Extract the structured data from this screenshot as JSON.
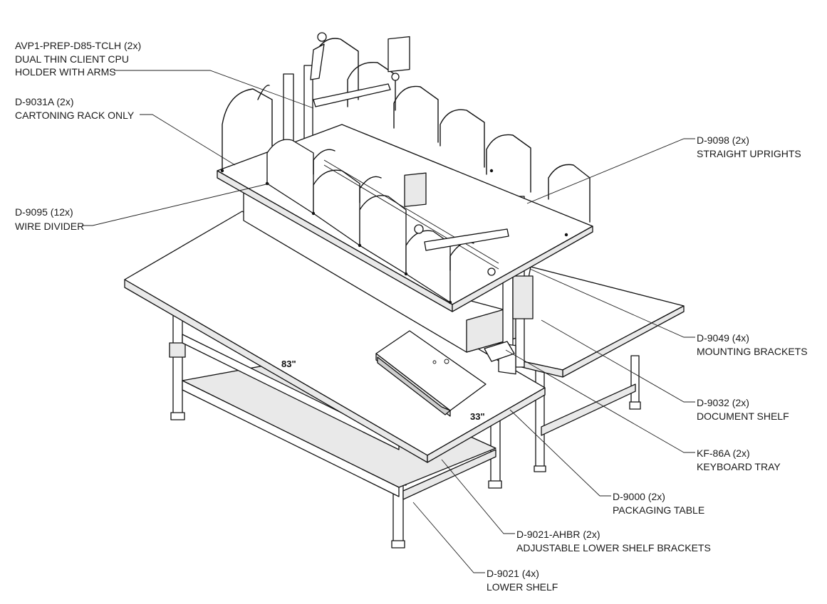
{
  "callouts": [
    {
      "id": "avp1",
      "line1": "AVP1-PREP-D85-TCLH (2x)",
      "line2": "DUAL THIN CLIENT CPU",
      "line3": "HOLDER WITH ARMS"
    },
    {
      "id": "d9031a",
      "line1": "D-9031A (2x)",
      "line2": "CARTONING RACK ONLY"
    },
    {
      "id": "d9095",
      "line1": "D-9095 (12x)",
      "line2": "WIRE DIVIDER"
    },
    {
      "id": "d9098",
      "line1": "D-9098 (2x)",
      "line2": "STRAIGHT UPRIGHTS"
    },
    {
      "id": "d9049",
      "line1": "D-9049 (4x)",
      "line2": "MOUNTING BRACKETS"
    },
    {
      "id": "d9032",
      "line1": "D-9032 (2x)",
      "line2": "DOCUMENT SHELF"
    },
    {
      "id": "kf86a",
      "line1": "KF-86A (2x)",
      "line2": "KEYBOARD TRAY"
    },
    {
      "id": "d9000",
      "line1": "D-9000 (2x)",
      "line2": "PACKAGING TABLE"
    },
    {
      "id": "d9021ahbr",
      "line1": "D-9021-AHBR (2x)",
      "line2": "ADJUSTABLE LOWER SHELF BRACKETS"
    },
    {
      "id": "d9021",
      "line1": "D-9021 (4x)",
      "line2": "LOWER SHELF"
    }
  ],
  "dimensions": {
    "length": "83\"",
    "width": "33\""
  }
}
